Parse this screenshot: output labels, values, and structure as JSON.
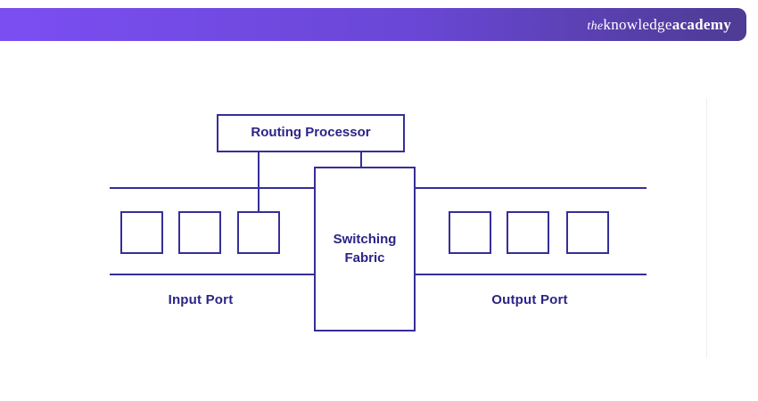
{
  "header": {
    "logo": {
      "prefix": "the",
      "middle": "knowledge",
      "suffix": "academy"
    },
    "gradient_left_color": "#7b4ef2",
    "gradient_right_color": "#4d3b93"
  },
  "diagram": {
    "type": "router-architecture",
    "nodes": {
      "routing_processor": {
        "label": "Routing Processor"
      },
      "switching_fabric": {
        "label": "Switching Fabric"
      }
    },
    "ports": {
      "input": {
        "label": "Input Port",
        "square_count": 3
      },
      "output": {
        "label": "Output Port",
        "square_count": 3
      }
    },
    "connections": [
      "routing_processor -> input_port_bus (vertical drop to third input square)",
      "routing_processor -> switching_fabric (vertical drop to top edge)",
      "input_bus_lines -> switching_fabric (left side)",
      "switching_fabric -> output_bus_lines (right side)"
    ],
    "stroke_color": "#362e99",
    "text_color": "#2b2487",
    "node_fill_color": "#ffffff"
  }
}
